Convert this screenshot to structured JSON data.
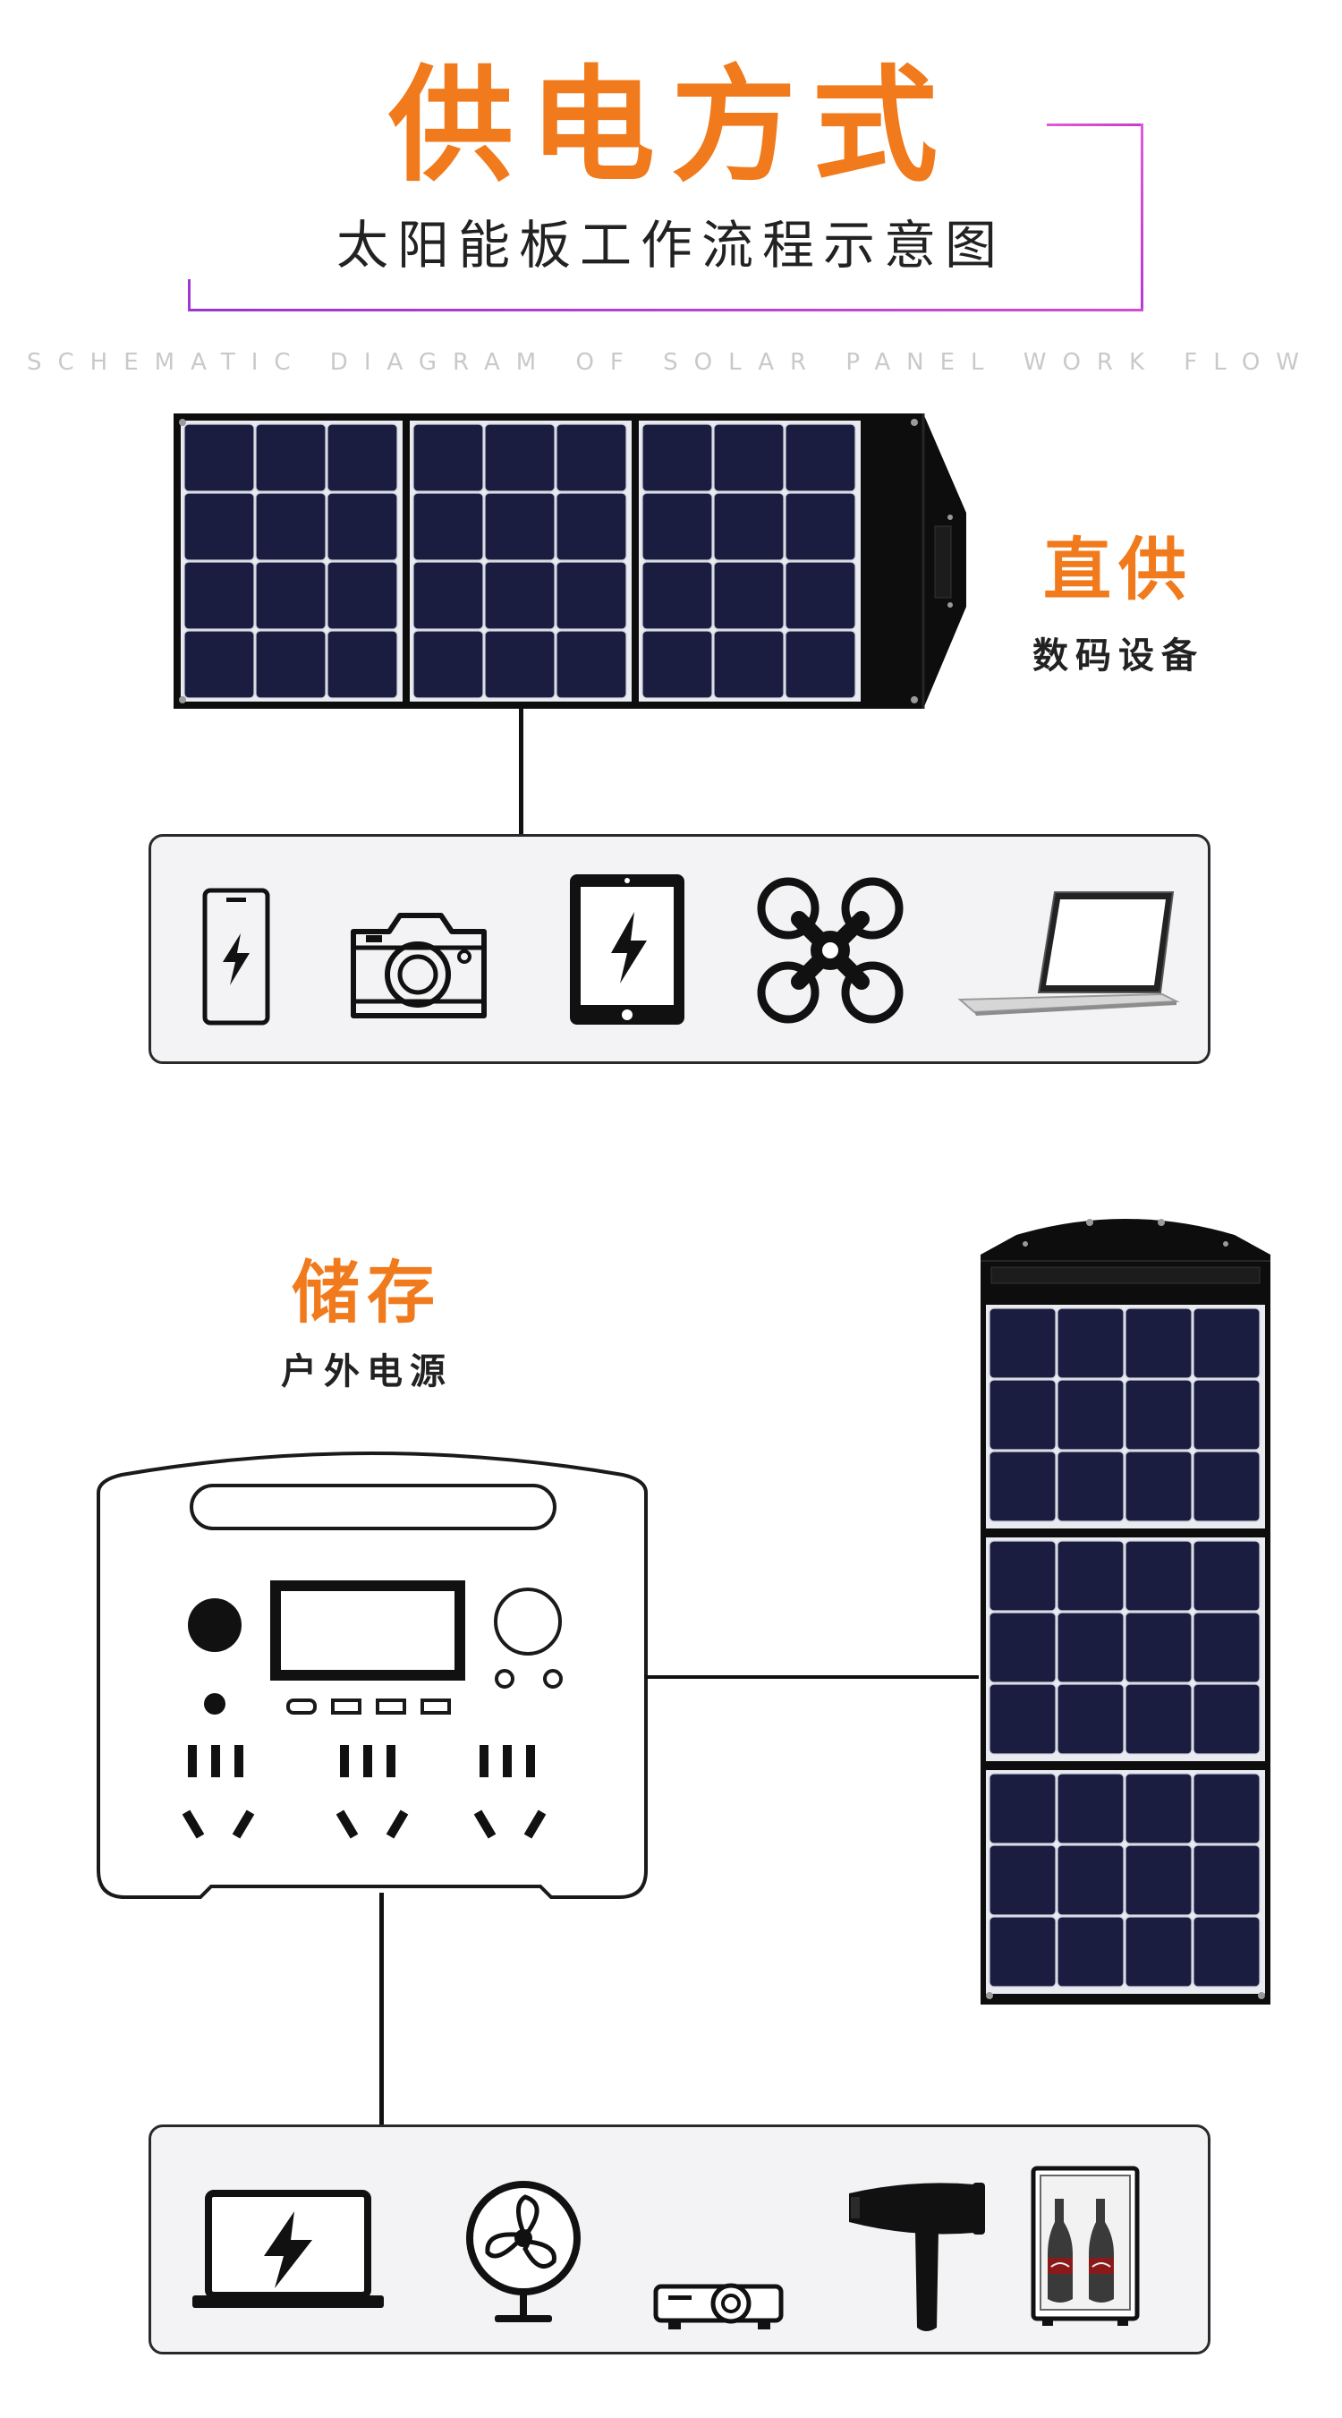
{
  "header": {
    "title": "供电方式",
    "subtitle": "太阳能板工作流程示意图",
    "english_subtitle": "SCHEMATIC DIAGRAM OF SOLAR PANEL WORK FLOW"
  },
  "section_direct": {
    "title": "直供",
    "subtitle": "数码设备",
    "devices": [
      "phone-charging-icon",
      "camera-icon",
      "tablet-charging-icon",
      "drone-icon",
      "laptop-icon"
    ]
  },
  "section_storage": {
    "title": "储存",
    "subtitle": "户外电源",
    "devices": [
      "laptop-charging-icon",
      "fan-icon",
      "projector-icon",
      "hair-dryer-icon",
      "mini-fridge-icon"
    ]
  },
  "colors": {
    "accent_orange": "#f07a1c",
    "frame_purple": "#c43cd1",
    "panel_cell": "#1a1d3f",
    "panel_frame": "#0d0d0d"
  }
}
